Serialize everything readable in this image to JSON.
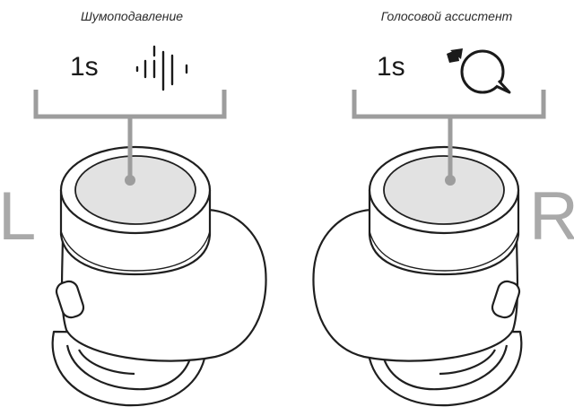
{
  "left": {
    "caption": "Шумоподавление",
    "duration": "1s",
    "icon": "sound-wave-icon",
    "side": "L"
  },
  "right": {
    "caption": "Голосовой ассистент",
    "duration": "1s",
    "icon": "voice-assistant-icon",
    "side": "R"
  },
  "colors": {
    "bracket": "#9d9d9d",
    "touchpad": "#e2e2e2",
    "outline": "#1f1f1f",
    "side_letter": "#a9a9a9"
  }
}
